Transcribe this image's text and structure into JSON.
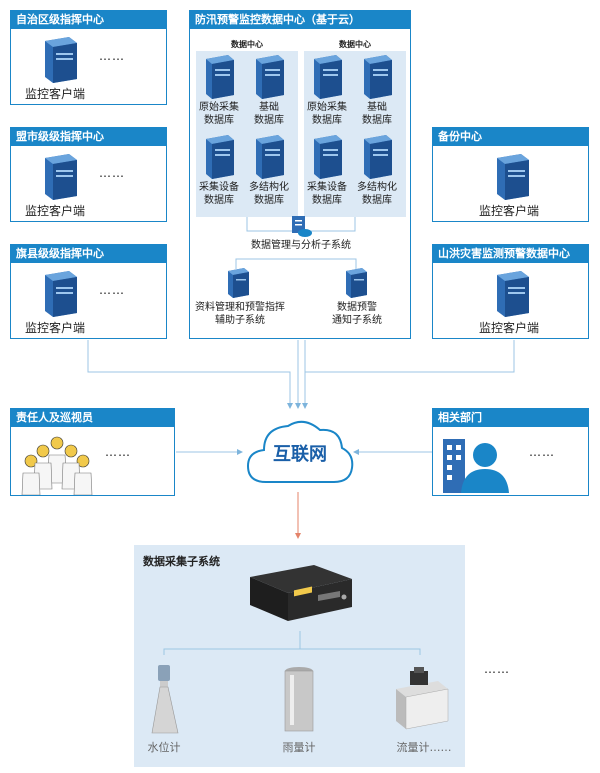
{
  "left_panels": [
    {
      "title": "自治区级指挥中心",
      "dots": "……",
      "client": "监控客户端"
    },
    {
      "title": "盟市级级指挥中心",
      "dots": "……",
      "client": "监控客户端"
    },
    {
      "title": "旗县级级指挥中心",
      "dots": "……",
      "client": "监控客户端"
    }
  ],
  "center": {
    "title": "防汛预警监控数据中心（基于云）",
    "dc_left": {
      "label": "数据中心",
      "db": [
        "原始采集\n数据库",
        "基础\n数据库",
        "采集设备\n数据库",
        "多结构化\n数据库"
      ]
    },
    "dc_right": {
      "label": "数据中心",
      "db": [
        "原始采集\n数据库",
        "基础\n数据库",
        "采集设备\n数据库",
        "多结构化\n数据库"
      ]
    },
    "mgmt": "数据管理与分析子系统",
    "sub_left": "资料管理和预警指挥\n辅助子系统",
    "sub_right": "数据预警\n通知子系统"
  },
  "right_panels": [
    {
      "title": "备份中心",
      "client": "监控客户端"
    },
    {
      "title": "山洪灾害监测预警数据中心",
      "client": "监控客户端"
    }
  ],
  "responsible": {
    "title": "责任人及巡视员",
    "dots": "……"
  },
  "related": {
    "title": "相关部门",
    "dots": "……"
  },
  "internet": "互联网",
  "collection": {
    "title": "数据采集子系统",
    "dots": "……",
    "instruments": [
      "水位计",
      "雨量计",
      "流量计……"
    ]
  },
  "colors": {
    "accent": "#1a86c8",
    "light_box": "#dce9f5",
    "arrow_red": "#e4836a",
    "server": "#2f6db5"
  }
}
